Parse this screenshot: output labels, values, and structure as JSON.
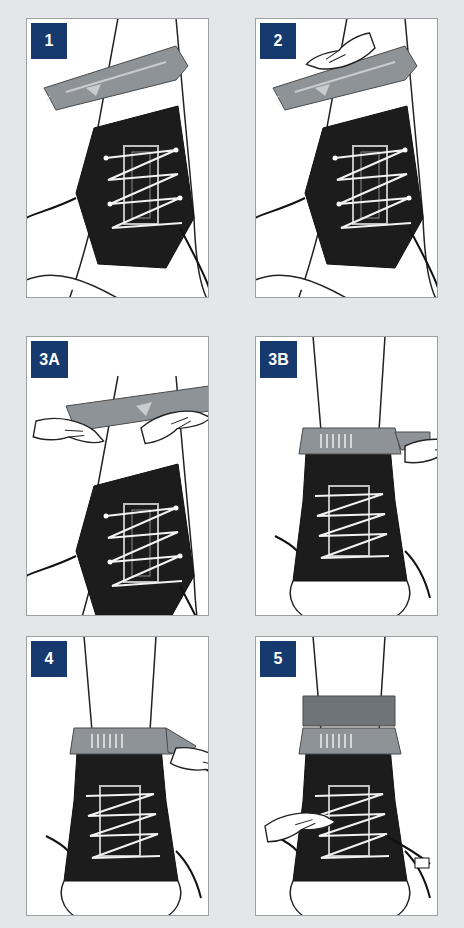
{
  "diagram": {
    "nodes": [
      {
        "text": [
          "1"
        ]
      },
      {
        "text": [
          "2"
        ]
      },
      {
        "text": [
          "3A"
        ]
      },
      {
        "text": [
          "3B"
        ]
      },
      {
        "text": [
          "4"
        ]
      },
      {
        "text": [
          "5"
        ]
      }
    ]
  }
}
